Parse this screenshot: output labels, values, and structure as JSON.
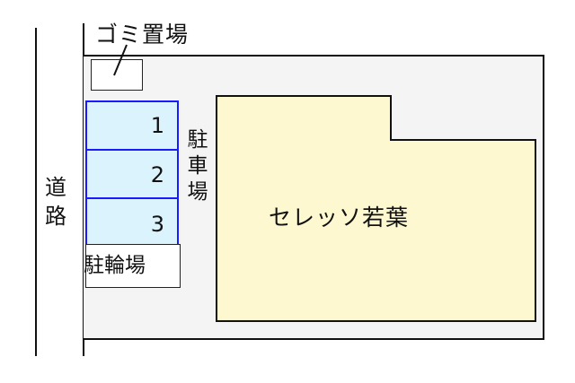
{
  "diagram": {
    "road": {
      "label": "道路"
    },
    "garbage": {
      "label": "ゴミ置場"
    },
    "parking": {
      "label": "駐車場",
      "spaces": [
        {
          "number": "1"
        },
        {
          "number": "2"
        },
        {
          "number": "3"
        }
      ]
    },
    "bicycle_parking": {
      "label": "駐輪場"
    },
    "building": {
      "name": "セレッソ若葉"
    },
    "colors": {
      "lot_fill": "#f4f4f4",
      "building_fill": "#fdf8d0",
      "parking_fill": "#dbf3fd",
      "parking_border": "#1a1aff",
      "line": "#111111"
    }
  }
}
